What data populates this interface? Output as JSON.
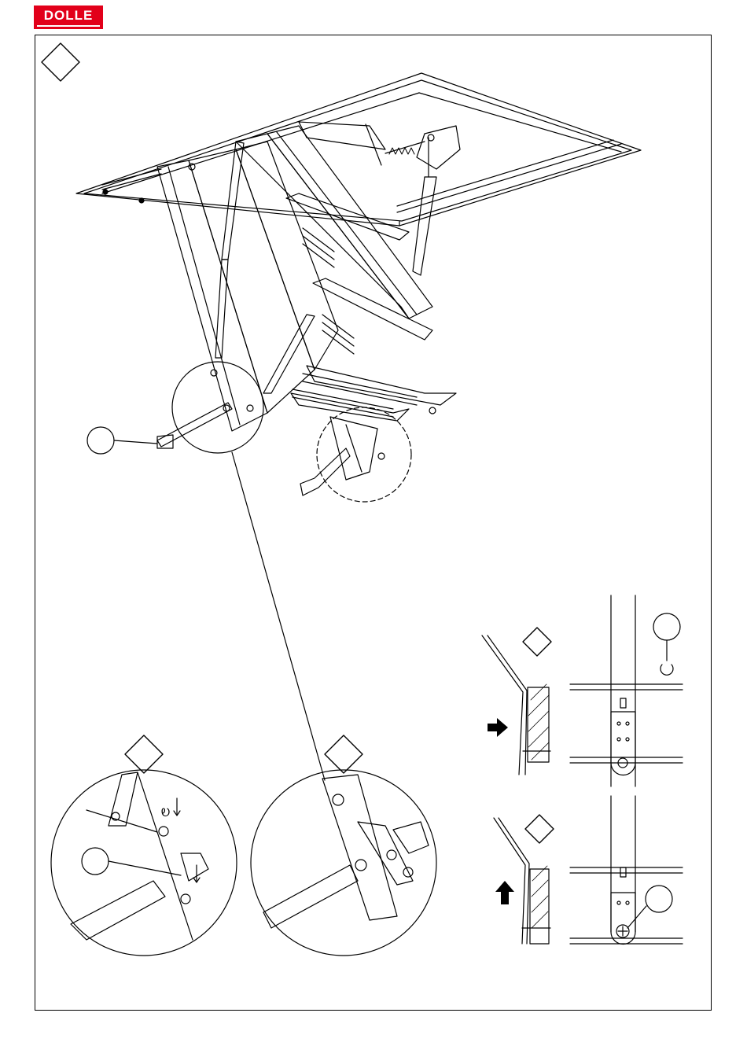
{
  "logo": {
    "text": "DOLLE",
    "color": "#e2001a"
  },
  "page": {
    "background": "#ffffff",
    "line_color": "#000000"
  },
  "figure": {
    "description_labels": [],
    "detail_markers": [
      "top-left-step",
      "detail-1",
      "detail-2",
      "detail-3",
      "detail-4"
    ]
  }
}
